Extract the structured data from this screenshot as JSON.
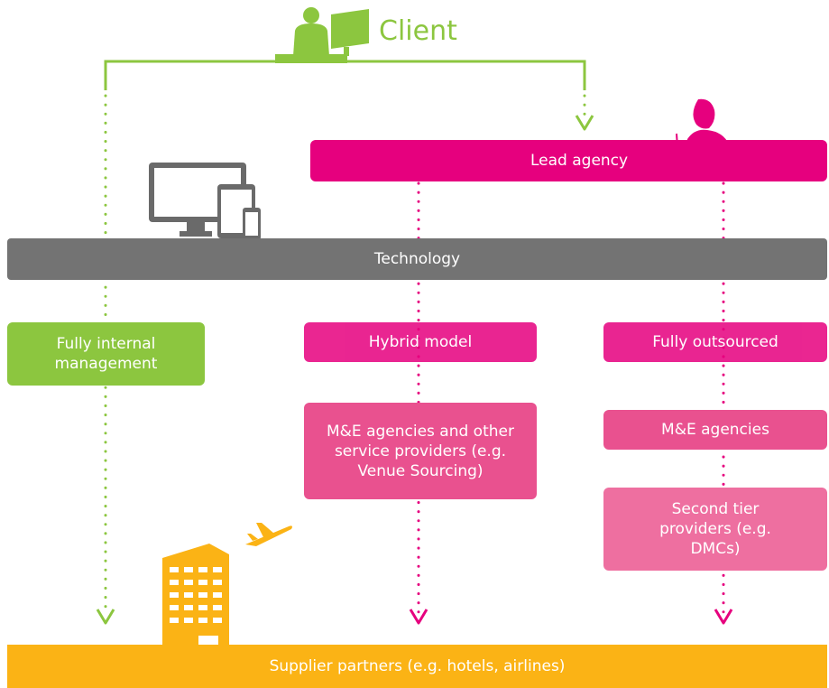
{
  "client": {
    "label": "Client"
  },
  "lead_agency": {
    "label": "Lead agency"
  },
  "technology": {
    "label": "Technology"
  },
  "models": {
    "internal": {
      "label": "Fully internal management"
    },
    "hybrid": {
      "label": "Hybrid model"
    },
    "outsourced": {
      "label": "Fully outsourced"
    }
  },
  "providers": {
    "hybrid_agencies": {
      "label": "M&E agencies and other service providers (e.g. Venue Sourcing)"
    },
    "outsourced_agencies": {
      "label": "M&E agencies"
    },
    "second_tier": {
      "label": "Second tier providers (e.g. DMCs)"
    }
  },
  "suppliers": {
    "label": "Supplier partners (e.g. hotels, airlines)"
  },
  "colors": {
    "green": "#8cc63f",
    "magenta": "#e6007e",
    "pink": "#e9518f",
    "light_pink": "#ee6fa0",
    "gray": "#737373",
    "orange": "#fbb315"
  }
}
